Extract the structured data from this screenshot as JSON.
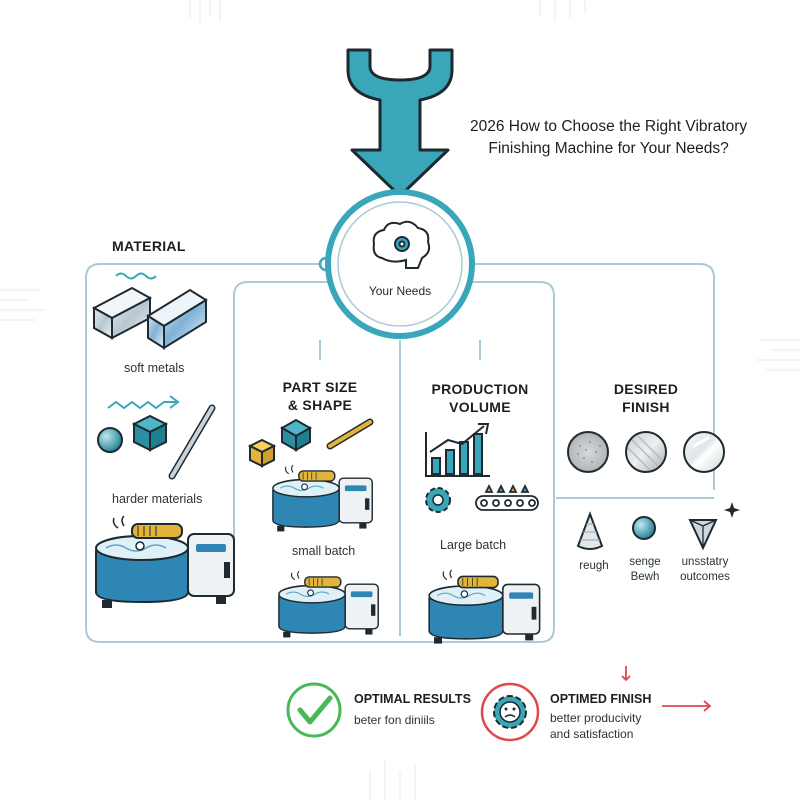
{
  "title": {
    "line1": "2026 How to Choose the Right Vibratory",
    "line2": "Finishing Machine for Your Needs?"
  },
  "hub": {
    "label": "Your Needs",
    "icon": "brain-gear-icon"
  },
  "columns": {
    "material": {
      "heading": "MATERIAL",
      "soft": "soft metals",
      "hard": "harder materials"
    },
    "part_size": {
      "heading_line1": "PART SIZE",
      "heading_line2": "& SHAPE",
      "batch": "small batch"
    },
    "production": {
      "heading_line1": "PRODUCTION",
      "heading_line2": "VOLUME",
      "batch": "Large batch"
    },
    "finish": {
      "heading_line1": "DESIRED",
      "heading_line2": "FINISH",
      "rough": "reugh",
      "smooth_line1": "senge",
      "smooth_line2": "Bewh",
      "bright_line1": "unsstatry",
      "bright_line2": "outcomes"
    }
  },
  "results": {
    "optimal": {
      "title": "OPTIMAL RESULTS",
      "sub": "beter fon diniils"
    },
    "finish": {
      "title": "OPTIMED FINISH",
      "sub_line1": "better producivity",
      "sub_line2": "and satisfaction"
    }
  },
  "colors": {
    "teal": "#3aa6b9",
    "teal_dark": "#1e7f91",
    "machine_blue": "#2e86b5",
    "line": "#a9cbd6",
    "gold": "#e2b53a",
    "green": "#49b857",
    "red": "#e0484a"
  }
}
